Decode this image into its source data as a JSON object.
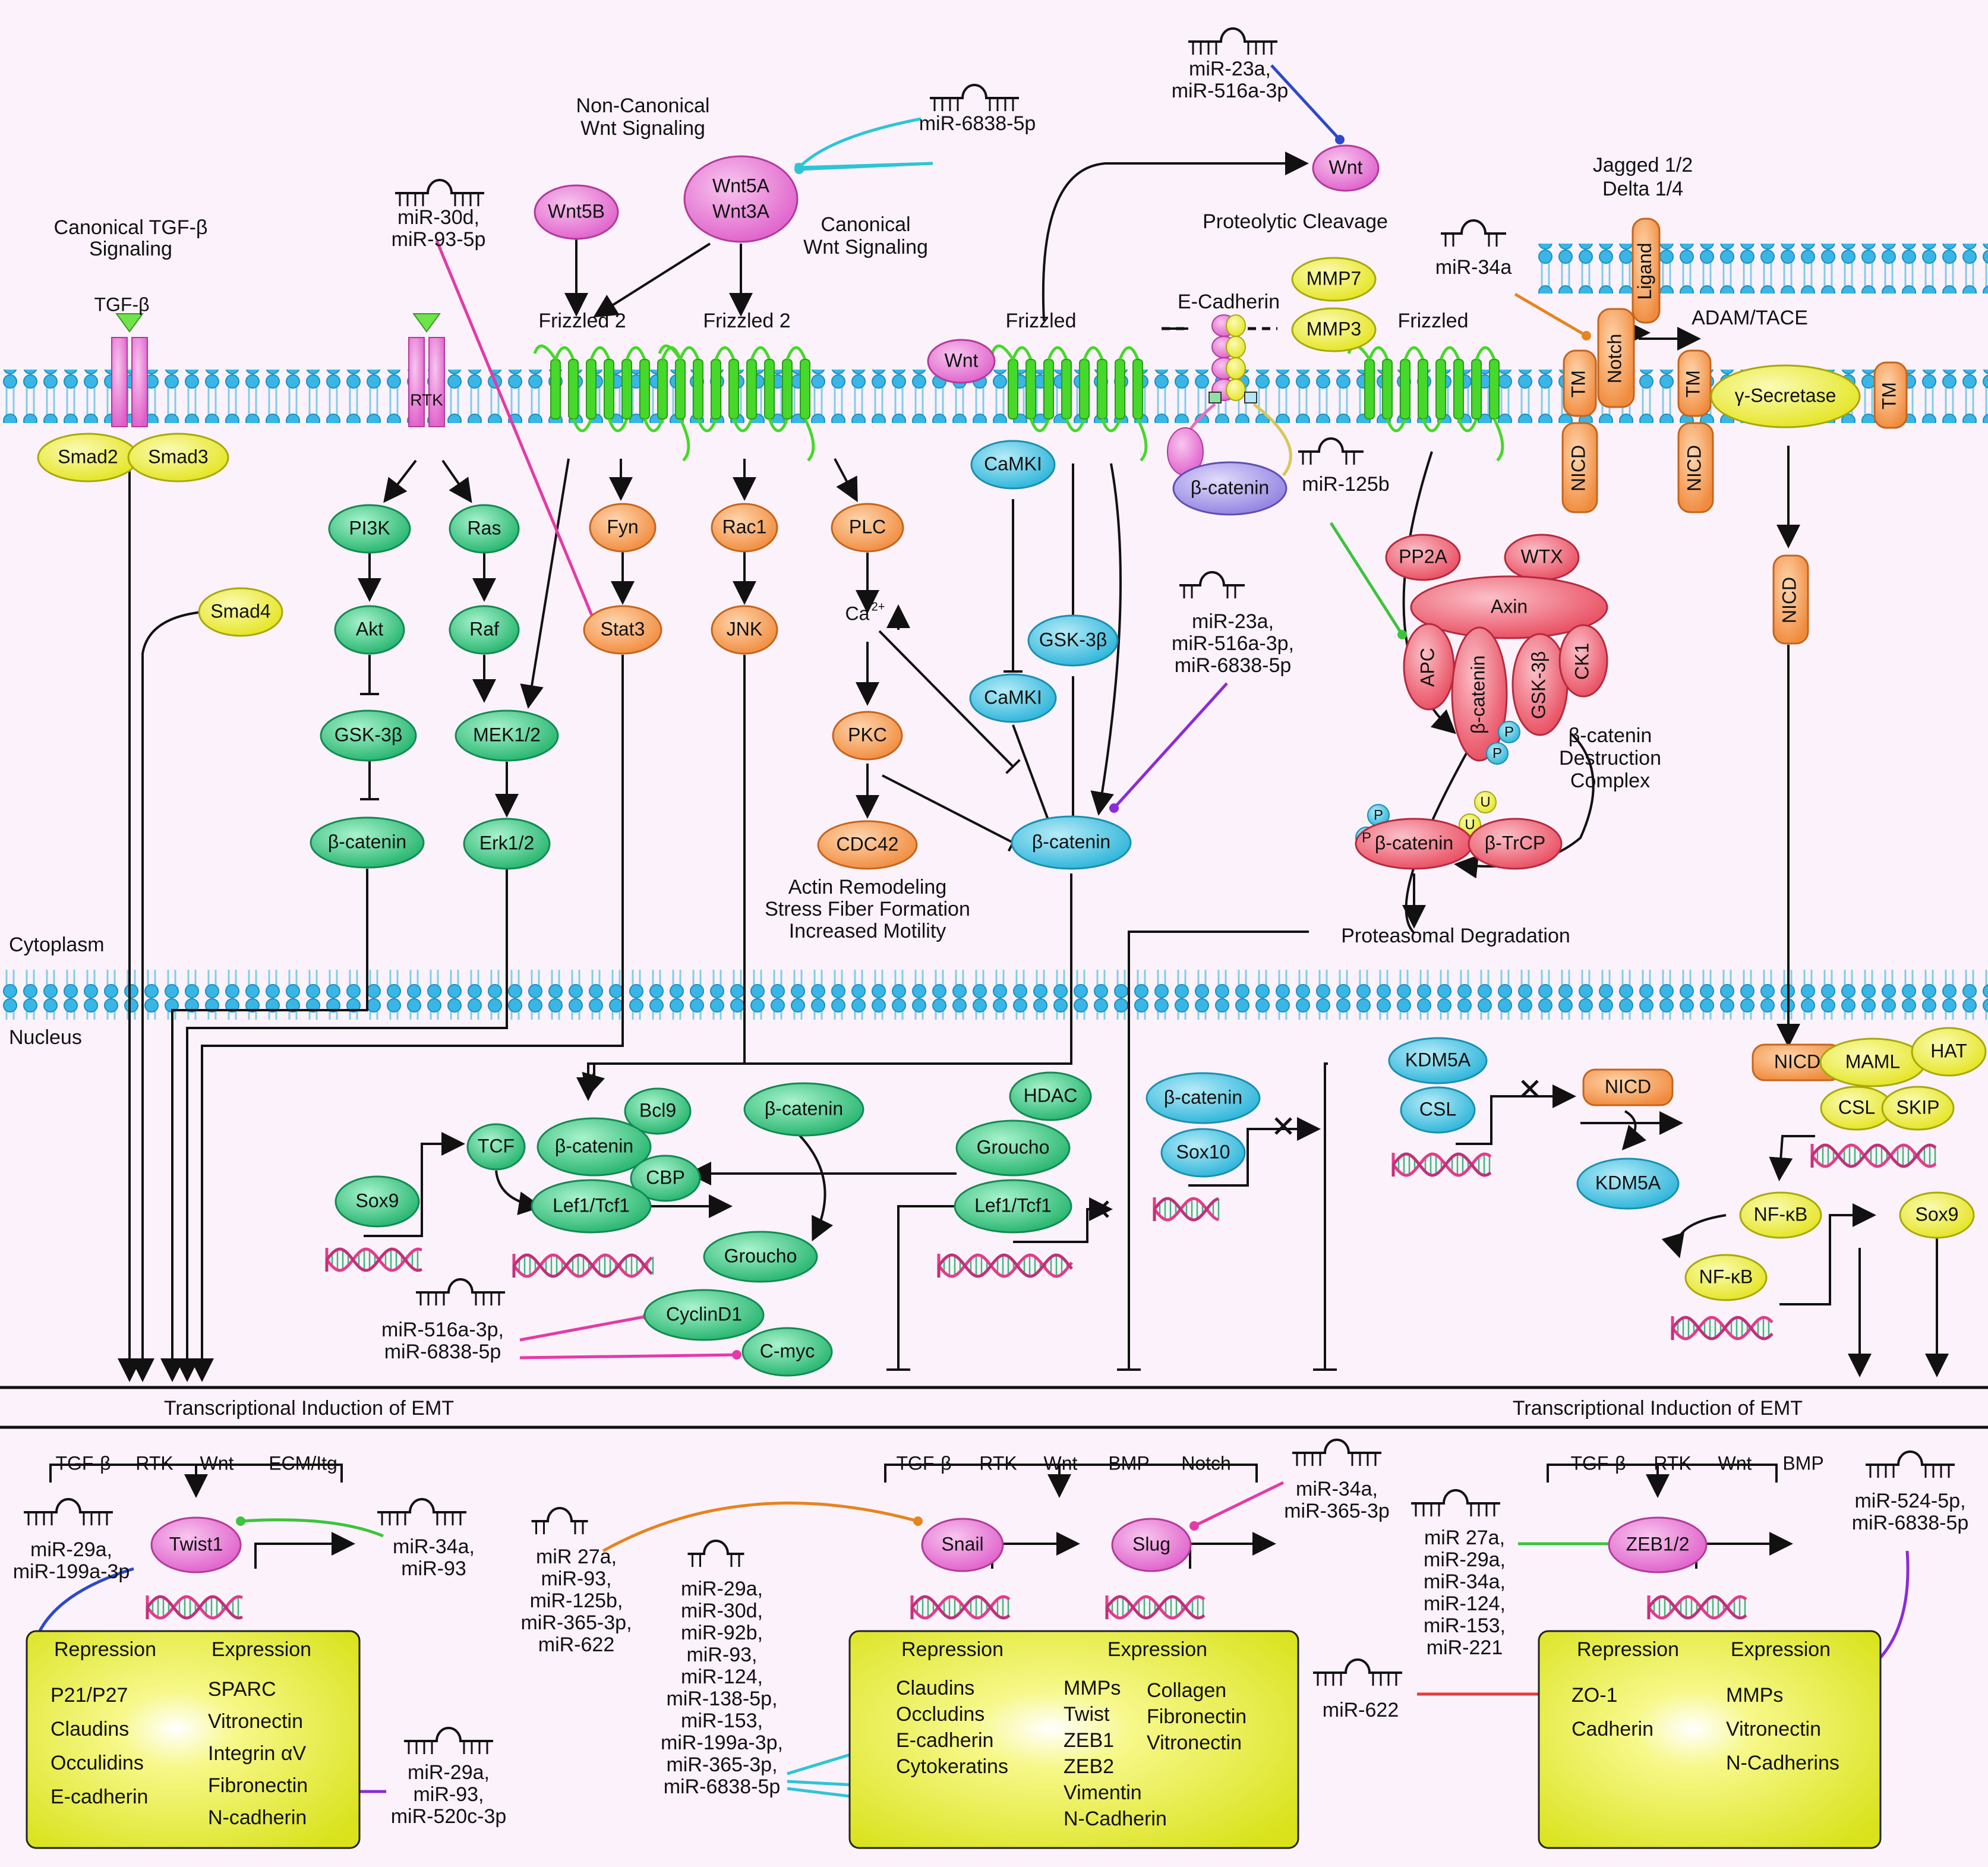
{
  "regions": {
    "cytoplasm": "Cytoplasm",
    "nucleus": "Nucleus",
    "emt_left": "Transcriptional Induction of EMT",
    "emt_right": "Transcriptional Induction of EMT"
  },
  "headers": {
    "canonical_tgf": [
      "Canonical TGF-β",
      "Signaling"
    ],
    "non_canonical_wnt": [
      "Non-Canonical",
      "Wnt Signaling"
    ],
    "canonical_wnt": [
      "Canonical",
      "Wnt Signaling"
    ],
    "proteolytic": "Proteolytic Cleavage",
    "jagged": [
      "Jagged 1/2",
      "Delta 1/4"
    ],
    "adam": "ADAM/TACE",
    "actin": [
      "Actin Remodeling",
      "Stress Fiber Formation",
      "Increased Motility"
    ],
    "proteasomal": "Proteasomal Degradation",
    "destruction_complex": [
      "β-catenin",
      "Destruction",
      "Complex"
    ],
    "ecadherin_membrane": "E-Cadherin",
    "tgfb_ligand": "TGF-β"
  },
  "receptor_labels": {
    "rtk": "RTK",
    "frizzled2a": "Frizzled 2",
    "frizzled2b": "Frizzled 2",
    "frizzled_c": "Frizzled",
    "frizzled_d": "Frizzled"
  },
  "nodes": {
    "smad2": "Smad2",
    "smad3": "Smad3",
    "smad4": "Smad4",
    "pi3k": "PI3K",
    "akt": "Akt",
    "gsk3b_a": "GSK-3β",
    "bcat_a": "β-catenin",
    "ras": "Ras",
    "raf": "Raf",
    "mek": "MEK1/2",
    "erk": "Erk1/2",
    "wnt5b": "Wnt5B",
    "wnt5a": [
      "Wnt5A",
      "Wnt3A"
    ],
    "fyn": "Fyn",
    "stat3": "Stat3",
    "rac1": "Rac1",
    "jnk": "JNK",
    "plc": "PLC",
    "ca": "Ca",
    "ca_sup": "2+",
    "pkc": "PKC",
    "cdc42": "CDC42",
    "wnt_mem": "Wnt",
    "camki_a": "CaMKI",
    "camki_b": "CaMKI",
    "gsk3b_b": "GSK-3β",
    "bcat_b": "β-catenin",
    "wnt_top": "Wnt",
    "mmp7": "MMP7",
    "mmp3": "MMP3",
    "bcat_c": "β-catenin",
    "pp2a": "PP2A",
    "wtx": "WTX",
    "axin": "Axin",
    "apc": "APC",
    "bcat_d": "β-catenin",
    "gsk3b_c": "GSK-3β",
    "ck1": "CK1",
    "p": "P",
    "u": "U",
    "bcat_e": "β-catenin",
    "btrcp": "β-TrCP",
    "ligand": "Ligand",
    "notch": "Notch",
    "tm": "TM",
    "nicd": "NICD",
    "gsec": "γ-Secretase",
    "tcf": "TCF",
    "bcat_f": "β-catenin",
    "bcl9": "Bcl9",
    "cbp": "CBP",
    "lef_a": "Lef1/Tcf1",
    "sox9_a": "Sox9",
    "bcat_g": "β-catenin",
    "groucho_a": "Groucho",
    "hdac": "HDAC",
    "groucho_b": "Groucho",
    "lef_b": "Lef1/Tcf1",
    "cyclind1": "CyclinD1",
    "cmyc": "C-myc",
    "bcat_h": "β-catenin",
    "sox10": "Sox10",
    "kdm5a_a": "KDM5A",
    "csl_a": "CSL",
    "nicd_n": "NICD",
    "kdm5a_b": "KDM5A",
    "maml": "MAML",
    "hat": "HAT",
    "csl_b": "CSL",
    "skip": "SKIP",
    "nfkb_a": "NF-κB",
    "nfkb_b": "NF-κB",
    "sox9_b": "Sox9"
  },
  "mirnas": {
    "m6838_top": "miR-6838-5p",
    "m23a_top": [
      "miR-23a,",
      "miR-516a-3p"
    ],
    "m30d": [
      "miR-30d,",
      "miR-93-5p"
    ],
    "m34a_top": "miR-34a",
    "m125b": "miR-125b",
    "m23a_mid": [
      "miR-23a,",
      "miR-516a-3p,",
      "miR-6838-5p"
    ],
    "m516_cyc": [
      "miR-516a-3p,",
      "miR-6838-5p"
    ],
    "m29a_twist": [
      "miR-29a,",
      "miR-199a-3p"
    ],
    "m34a_twist": [
      "miR-34a,",
      "miR-93"
    ],
    "m29a_fib": [
      "miR-29a,",
      "miR-93,",
      "miR-520c-3p"
    ],
    "m27a_snail": [
      "miR 27a,",
      "miR-93,",
      "miR-125b,",
      "miR-365-3p,",
      "miR-622"
    ],
    "m29a_long": [
      "miR-29a,",
      "miR-30d,",
      "miR-92b,",
      "miR-93,",
      "miR-124,",
      "miR-138-5p,",
      "miR-153,",
      "miR-199a-3p,",
      "miR-365-3p,",
      "miR-6838-5p"
    ],
    "m34a_slug": [
      "miR-34a,",
      "miR-365-3p"
    ],
    "m27a_zeb": [
      "miR 27a,",
      "miR-29a,",
      "miR-34a,",
      "miR-124,",
      "miR-153,",
      "miR-221"
    ],
    "m622": "miR-622",
    "m524": [
      "miR-524-5p,",
      "miR-6838-5p"
    ]
  },
  "emt_panels": {
    "twist": {
      "inputs": [
        "TGF-β",
        "RTK",
        "Wnt",
        "ECM/Itg"
      ],
      "factor": "Twist1",
      "repression_title": "Repression",
      "expression_title": "Expression",
      "repression": [
        "P21/P27",
        "Claudins",
        "Occulidins",
        "E-cadherin"
      ],
      "expression": [
        "SPARC",
        "Vitronectin",
        "Integrin αV",
        "Fibronectin",
        "N-cadherin"
      ]
    },
    "snail": {
      "inputs": [
        "TGF-β",
        "RTK",
        "Wnt",
        "BMP",
        "Notch"
      ],
      "factor_a": "Snail",
      "factor_b": "Slug",
      "repression_title": "Repression",
      "expression_title": "Expression",
      "repression": [
        "Claudins",
        "Occludins",
        "E-cadherin",
        "Cytokeratins"
      ],
      "expression_a": [
        "MMPs",
        "Twist",
        "ZEB1",
        "ZEB2",
        "Vimentin",
        "N-Cadherin"
      ],
      "expression_b": [
        "Collagen",
        "Fibronectin",
        "Vitronectin"
      ]
    },
    "zeb": {
      "inputs": [
        "TGF-β",
        "RTK",
        "Wnt",
        "BMP"
      ],
      "factor": "ZEB1/2",
      "repression_title": "Repression",
      "expression_title": "Expression",
      "repression": [
        "ZO-1",
        "Cadherin"
      ],
      "expression": [
        "MMPs",
        "Vitronectin",
        "N-Cadherins"
      ]
    }
  },
  "colors": {
    "background": "#fcf2fb",
    "membrane_head": "#39b6e6",
    "green_node": "#2ec27e",
    "orange_node": "#f5a35c",
    "blue_node": "#4cc6e4",
    "pink_node": "#e77ad4",
    "yellow_node": "#eded35",
    "red_node": "#ec5d6d",
    "purple_node": "#a89be6",
    "frizzled": "#46d82b",
    "panel": "#dfe81f"
  }
}
